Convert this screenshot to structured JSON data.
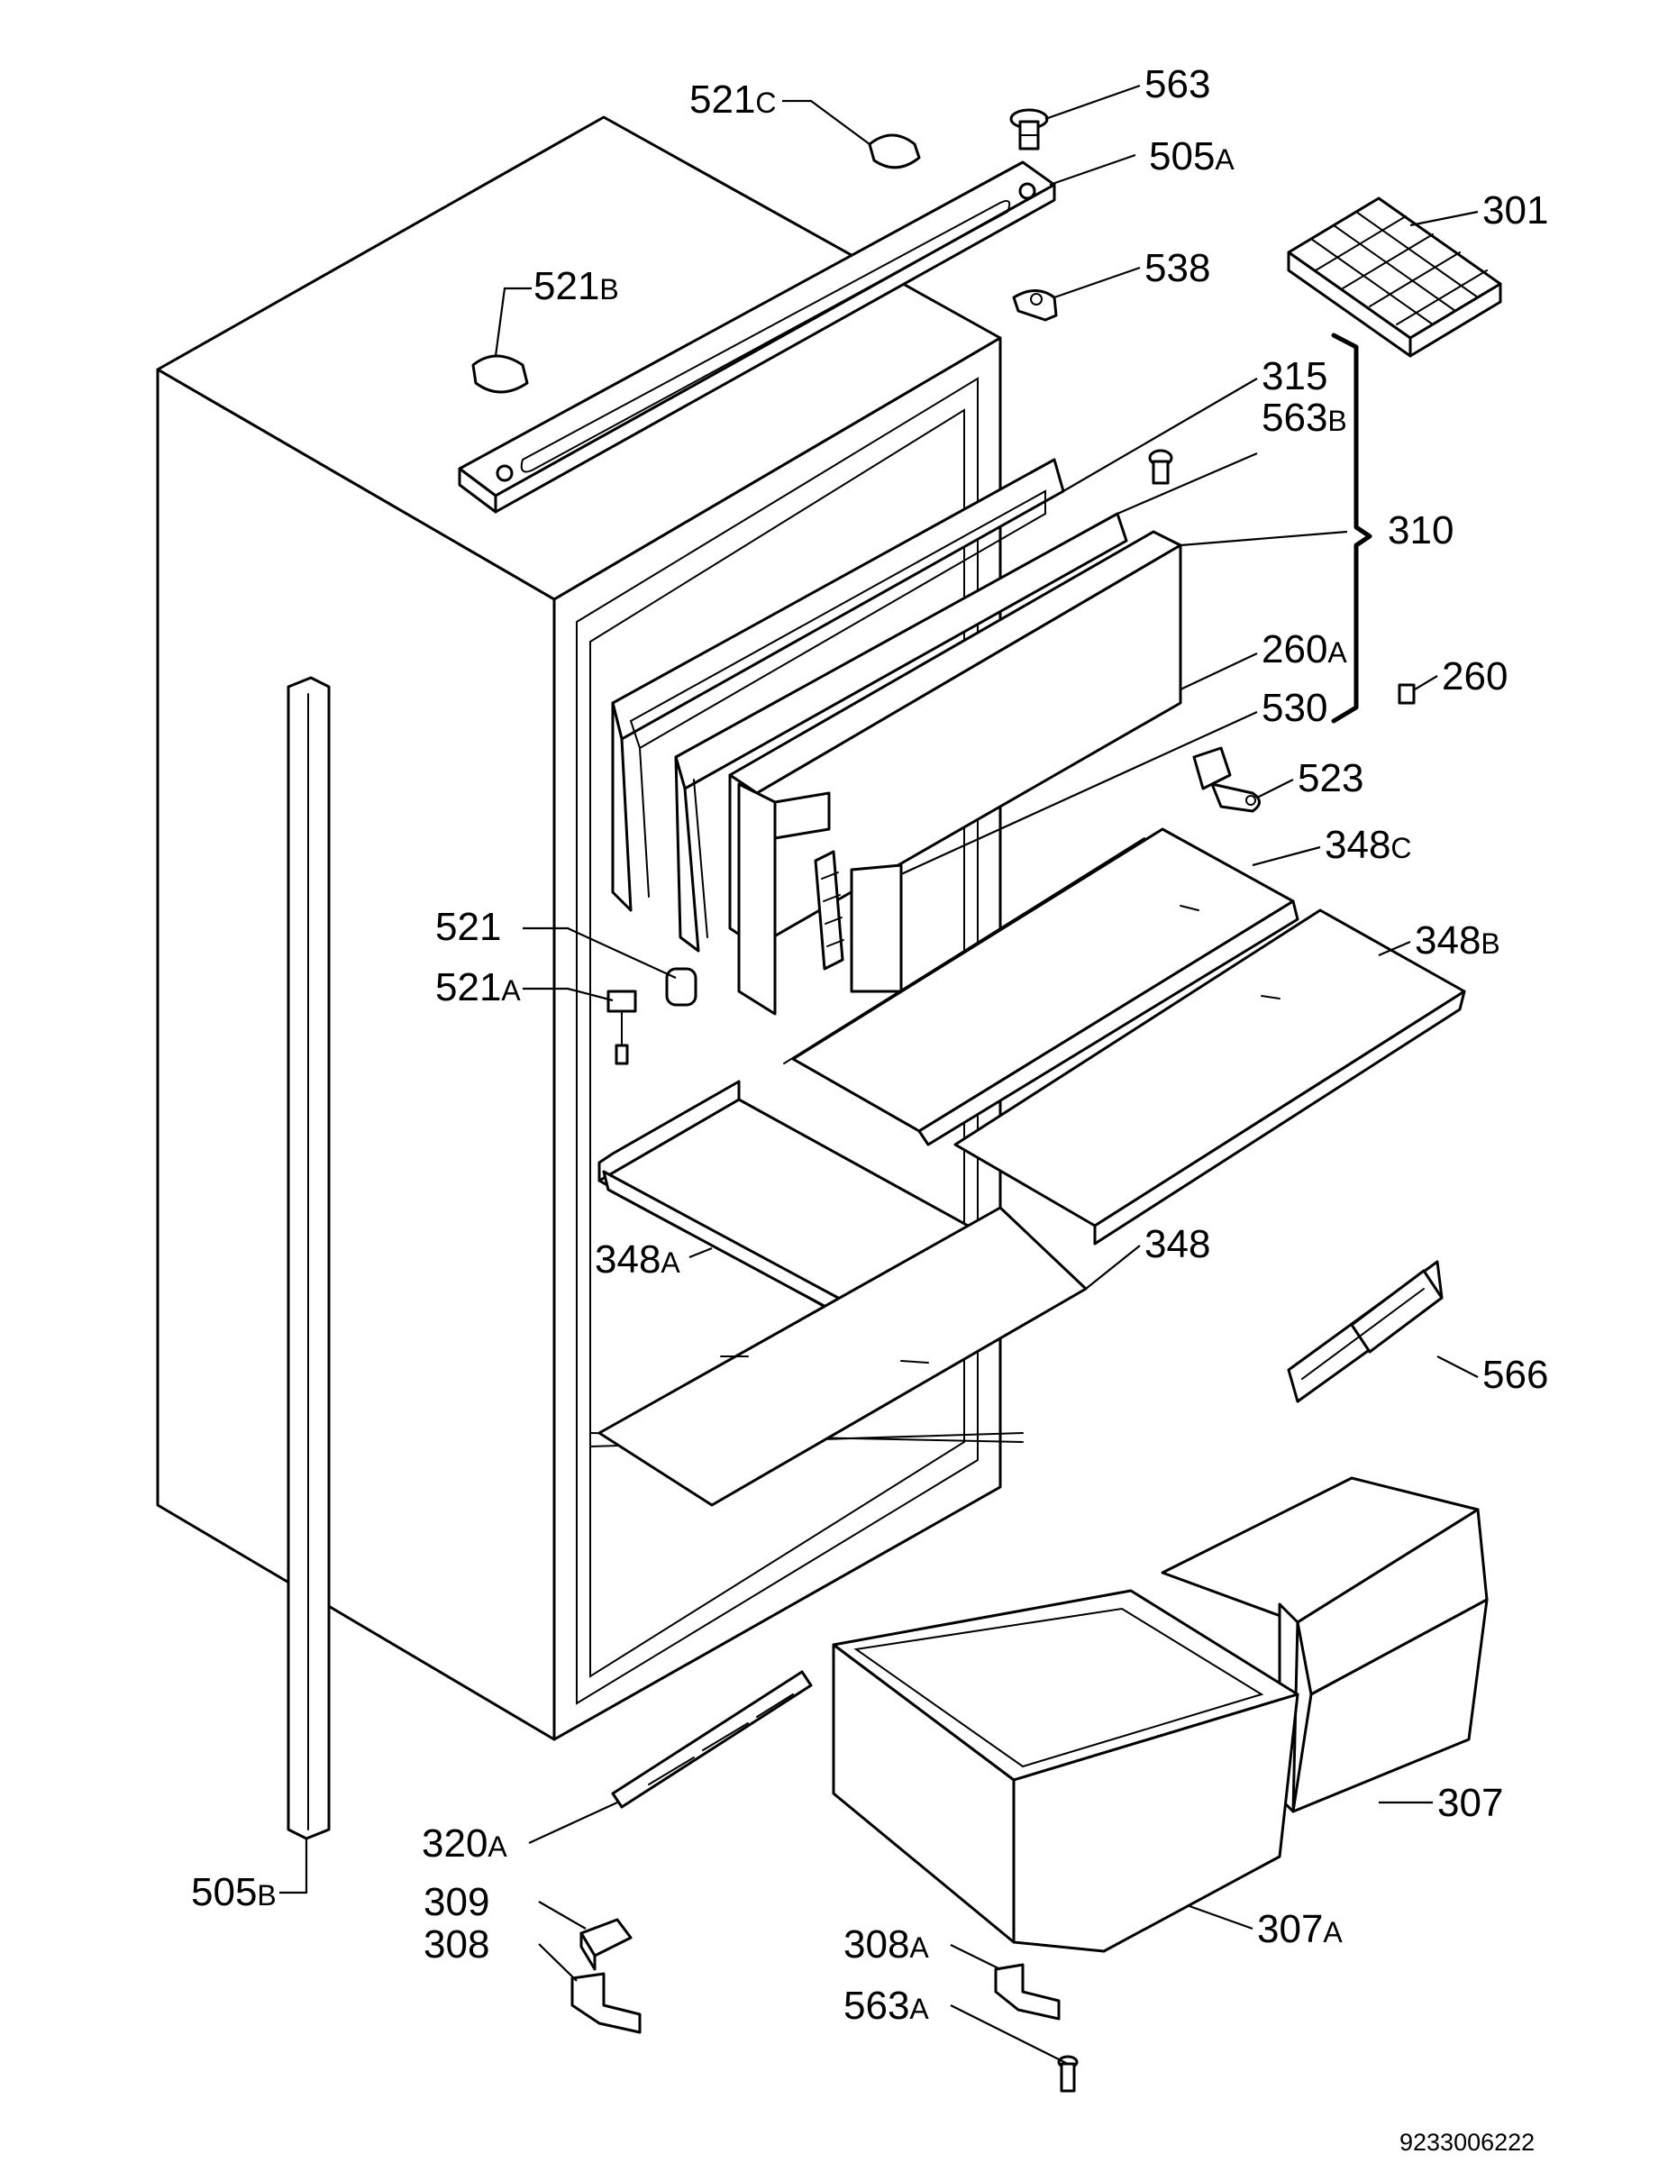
{
  "diagram": {
    "document_number": "9233006222",
    "callouts": [
      {
        "id": "521C",
        "num": "521",
        "suffix": "C"
      },
      {
        "id": "563",
        "num": "563",
        "suffix": ""
      },
      {
        "id": "505A",
        "num": "505",
        "suffix": "A"
      },
      {
        "id": "301",
        "num": "301",
        "suffix": ""
      },
      {
        "id": "521B",
        "num": "521",
        "suffix": "B"
      },
      {
        "id": "538",
        "num": "538",
        "suffix": ""
      },
      {
        "id": "315",
        "num": "315",
        "suffix": ""
      },
      {
        "id": "563B",
        "num": "563",
        "suffix": "B"
      },
      {
        "id": "310",
        "num": "310",
        "suffix": ""
      },
      {
        "id": "260A",
        "num": "260",
        "suffix": "A"
      },
      {
        "id": "260",
        "num": "260",
        "suffix": ""
      },
      {
        "id": "530",
        "num": "530",
        "suffix": ""
      },
      {
        "id": "523",
        "num": "523",
        "suffix": ""
      },
      {
        "id": "348C",
        "num": "348",
        "suffix": "C"
      },
      {
        "id": "521",
        "num": "521",
        "suffix": ""
      },
      {
        "id": "348B",
        "num": "348",
        "suffix": "B"
      },
      {
        "id": "521A",
        "num": "521",
        "suffix": "A"
      },
      {
        "id": "348A",
        "num": "348",
        "suffix": "A"
      },
      {
        "id": "348",
        "num": "348",
        "suffix": ""
      },
      {
        "id": "566",
        "num": "566",
        "suffix": ""
      },
      {
        "id": "307",
        "num": "307",
        "suffix": ""
      },
      {
        "id": "320A",
        "num": "320",
        "suffix": "A"
      },
      {
        "id": "505B",
        "num": "505",
        "suffix": "B"
      },
      {
        "id": "309",
        "num": "309",
        "suffix": ""
      },
      {
        "id": "307A",
        "num": "307",
        "suffix": "A"
      },
      {
        "id": "308",
        "num": "308",
        "suffix": ""
      },
      {
        "id": "308A",
        "num": "308",
        "suffix": "A"
      },
      {
        "id": "563A",
        "num": "563",
        "suffix": "A"
      }
    ]
  }
}
